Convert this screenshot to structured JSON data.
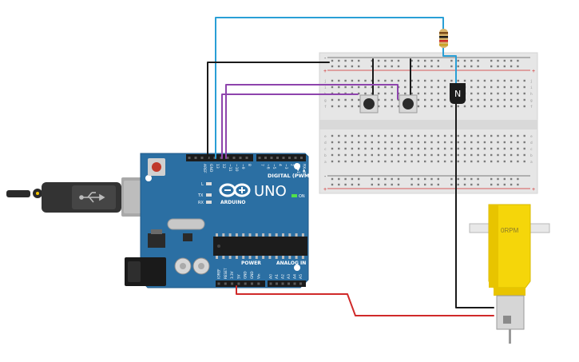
{
  "board": {
    "brand": "ARDUINO",
    "model": "UNO",
    "on_label": "ON",
    "digital_header": "DIGITAL (PWM~)",
    "power_header": "POWER",
    "analog_header": "ANALOG IN",
    "led_l": "L",
    "led_tx": "TX",
    "led_rx": "RX",
    "top_pins": [
      "AREF",
      "GND",
      "13",
      "12",
      "~11",
      "~10",
      "~9",
      "8",
      "7",
      "~6",
      "~5",
      "4",
      "~3",
      "2",
      "TX▶1",
      "RX◀0"
    ],
    "power_pins": [
      "IOREF",
      "RESET",
      "3.3V",
      "5V",
      "GND",
      "GND",
      "Vin"
    ],
    "analog_pins": [
      "A0",
      "A1",
      "A2",
      "A3",
      "A4",
      "A5"
    ]
  },
  "breadboard": {
    "row_letters_top": [
      "j",
      "i",
      "h",
      "g",
      "f"
    ],
    "row_letters_bottom": [
      "e",
      "d",
      "c",
      "b",
      "a"
    ],
    "rail_plus": "+",
    "rail_minus": "-"
  },
  "transistor": {
    "label": "N"
  },
  "motor": {
    "label": "0RPM"
  },
  "colors": {
    "board": "#2b6fa3",
    "wire_black": "#1a1a1a",
    "wire_cyan": "#2a9fd6",
    "wire_purple": "#8e44ad",
    "wire_red": "#d02a2a",
    "motor_yellow": "#f5d60a"
  }
}
